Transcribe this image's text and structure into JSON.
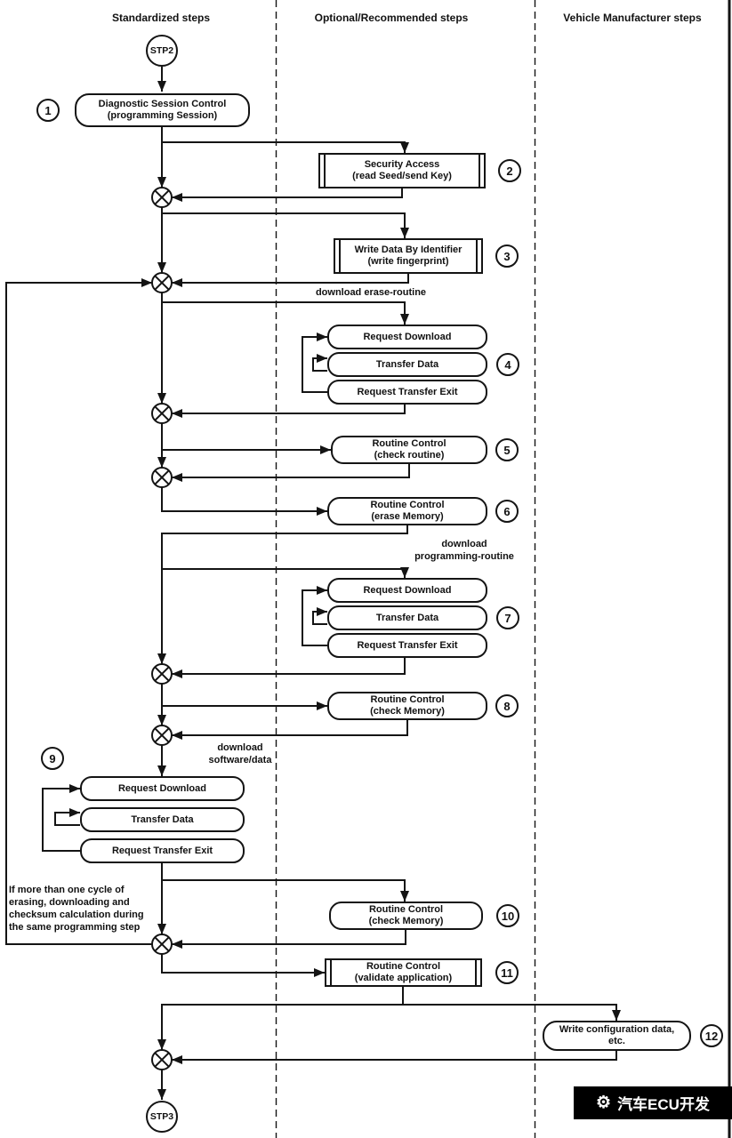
{
  "columns": {
    "standardized": "Standardized steps",
    "optional": "Optional/Recommended steps",
    "manufacturer": "Vehicle Manufacturer steps"
  },
  "terminals": {
    "start": "STP2",
    "end": "STP3"
  },
  "badges": {
    "b1": "1",
    "b2": "2",
    "b3": "3",
    "b4": "4",
    "b5": "5",
    "b6": "6",
    "b7": "7",
    "b8": "8",
    "b9": "9",
    "b10": "10",
    "b11": "11",
    "b12": "12"
  },
  "boxes": {
    "diagnostic_session": "Diagnostic Session Control\n(programming Session)",
    "security_access": "Security Access\n(read Seed/send Key)",
    "write_fingerprint": "Write Data By Identifier\n(write fingerprint)",
    "request_download": "Request Download",
    "transfer_data": "Transfer Data",
    "request_transfer_exit": "Request Transfer Exit",
    "check_routine": "Routine Control\n(check routine)",
    "erase_memory": "Routine Control\n(erase Memory)",
    "check_memory": "Routine Control\n(check Memory)",
    "validate_application": "Routine Control\n(validate application)",
    "write_config": "Write configuration data,\netc."
  },
  "labels": {
    "download_erase": "download erase-routine",
    "download_programming": "download\nprogramming-routine",
    "download_software": "download\nsoftware/data",
    "loop_note": "If more than one cycle of\nerasing, downloading and\nchecksum calculation during\nthe same programming step"
  },
  "watermark": {
    "text": "汽车ECU开发"
  }
}
